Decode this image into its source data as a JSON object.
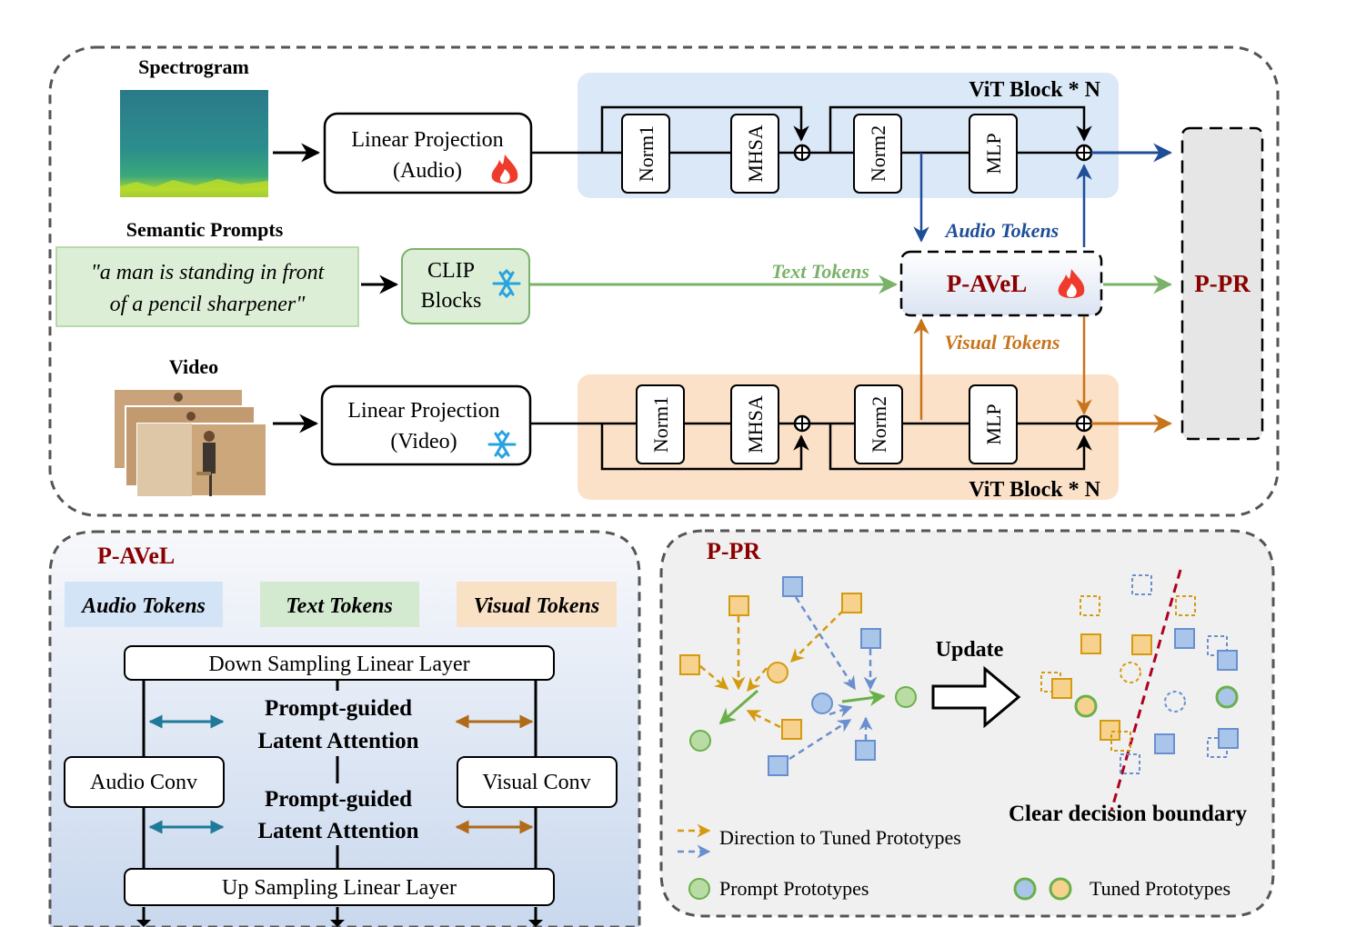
{
  "top": {
    "spectrogram_label": "Spectrogram",
    "semantic_prompts_label": "Semantic Prompts",
    "prompt_text": "\"a man is standing in front of a pencil sharpener\"",
    "prompt_line1": "\"a man is standing in front",
    "prompt_line2": "of a pencil sharpener\"",
    "video_label": "Video",
    "linproj_audio_l1": "Linear Projection",
    "linproj_audio_l2": "(Audio)",
    "linproj_video_l1": "Linear Projection",
    "linproj_video_l2": "(Video)",
    "clip_l1": "CLIP",
    "clip_l2": "Blocks",
    "vit_audio_label": "ViT Block * N",
    "vit_video_label": "ViT Block * N",
    "norm1": "Norm1",
    "mhsa": "MHSA",
    "norm2": "Norm2",
    "mlp": "MLP",
    "audio_tokens": "Audio Tokens",
    "text_tokens": "Text Tokens",
    "visual_tokens": "Visual Tokens",
    "pavel": "P-AVeL",
    "ppr": "P-PR"
  },
  "pavel_panel": {
    "title": "P-AVeL",
    "audio_tokens": "Audio Tokens",
    "text_tokens": "Text Tokens",
    "visual_tokens": "Visual Tokens",
    "down_sampling": "Down Sampling Linear Layer",
    "attn1_l1": "Prompt-guided",
    "attn1_l2": "Latent Attention",
    "attn2_l1": "Prompt-guided",
    "attn2_l2": "Latent Attention",
    "audio_conv": "Audio Conv",
    "visual_conv": "Visual Conv",
    "up_sampling": "Up Sampling Linear Layer"
  },
  "ppr_panel": {
    "title": "P-PR",
    "update": "Update",
    "boundary": "Clear decision boundary",
    "legend_direction": "Direction to Tuned Prototypes",
    "legend_prompt": "Prompt Prototypes",
    "legend_tuned": "Tuned Prototypes"
  },
  "colors": {
    "audio_blue": "#1f4e99",
    "text_green": "#7ab26a",
    "visual_orange": "#c8741a",
    "dark_red": "#8b0000",
    "audio_bg": "#dbe8f7",
    "visual_bg": "#fbe1c8",
    "text_bg": "#dcefd6",
    "orange_square": "#f6d28e",
    "blue_square": "#a9c6ea",
    "green_circle": "#b9dca4"
  }
}
